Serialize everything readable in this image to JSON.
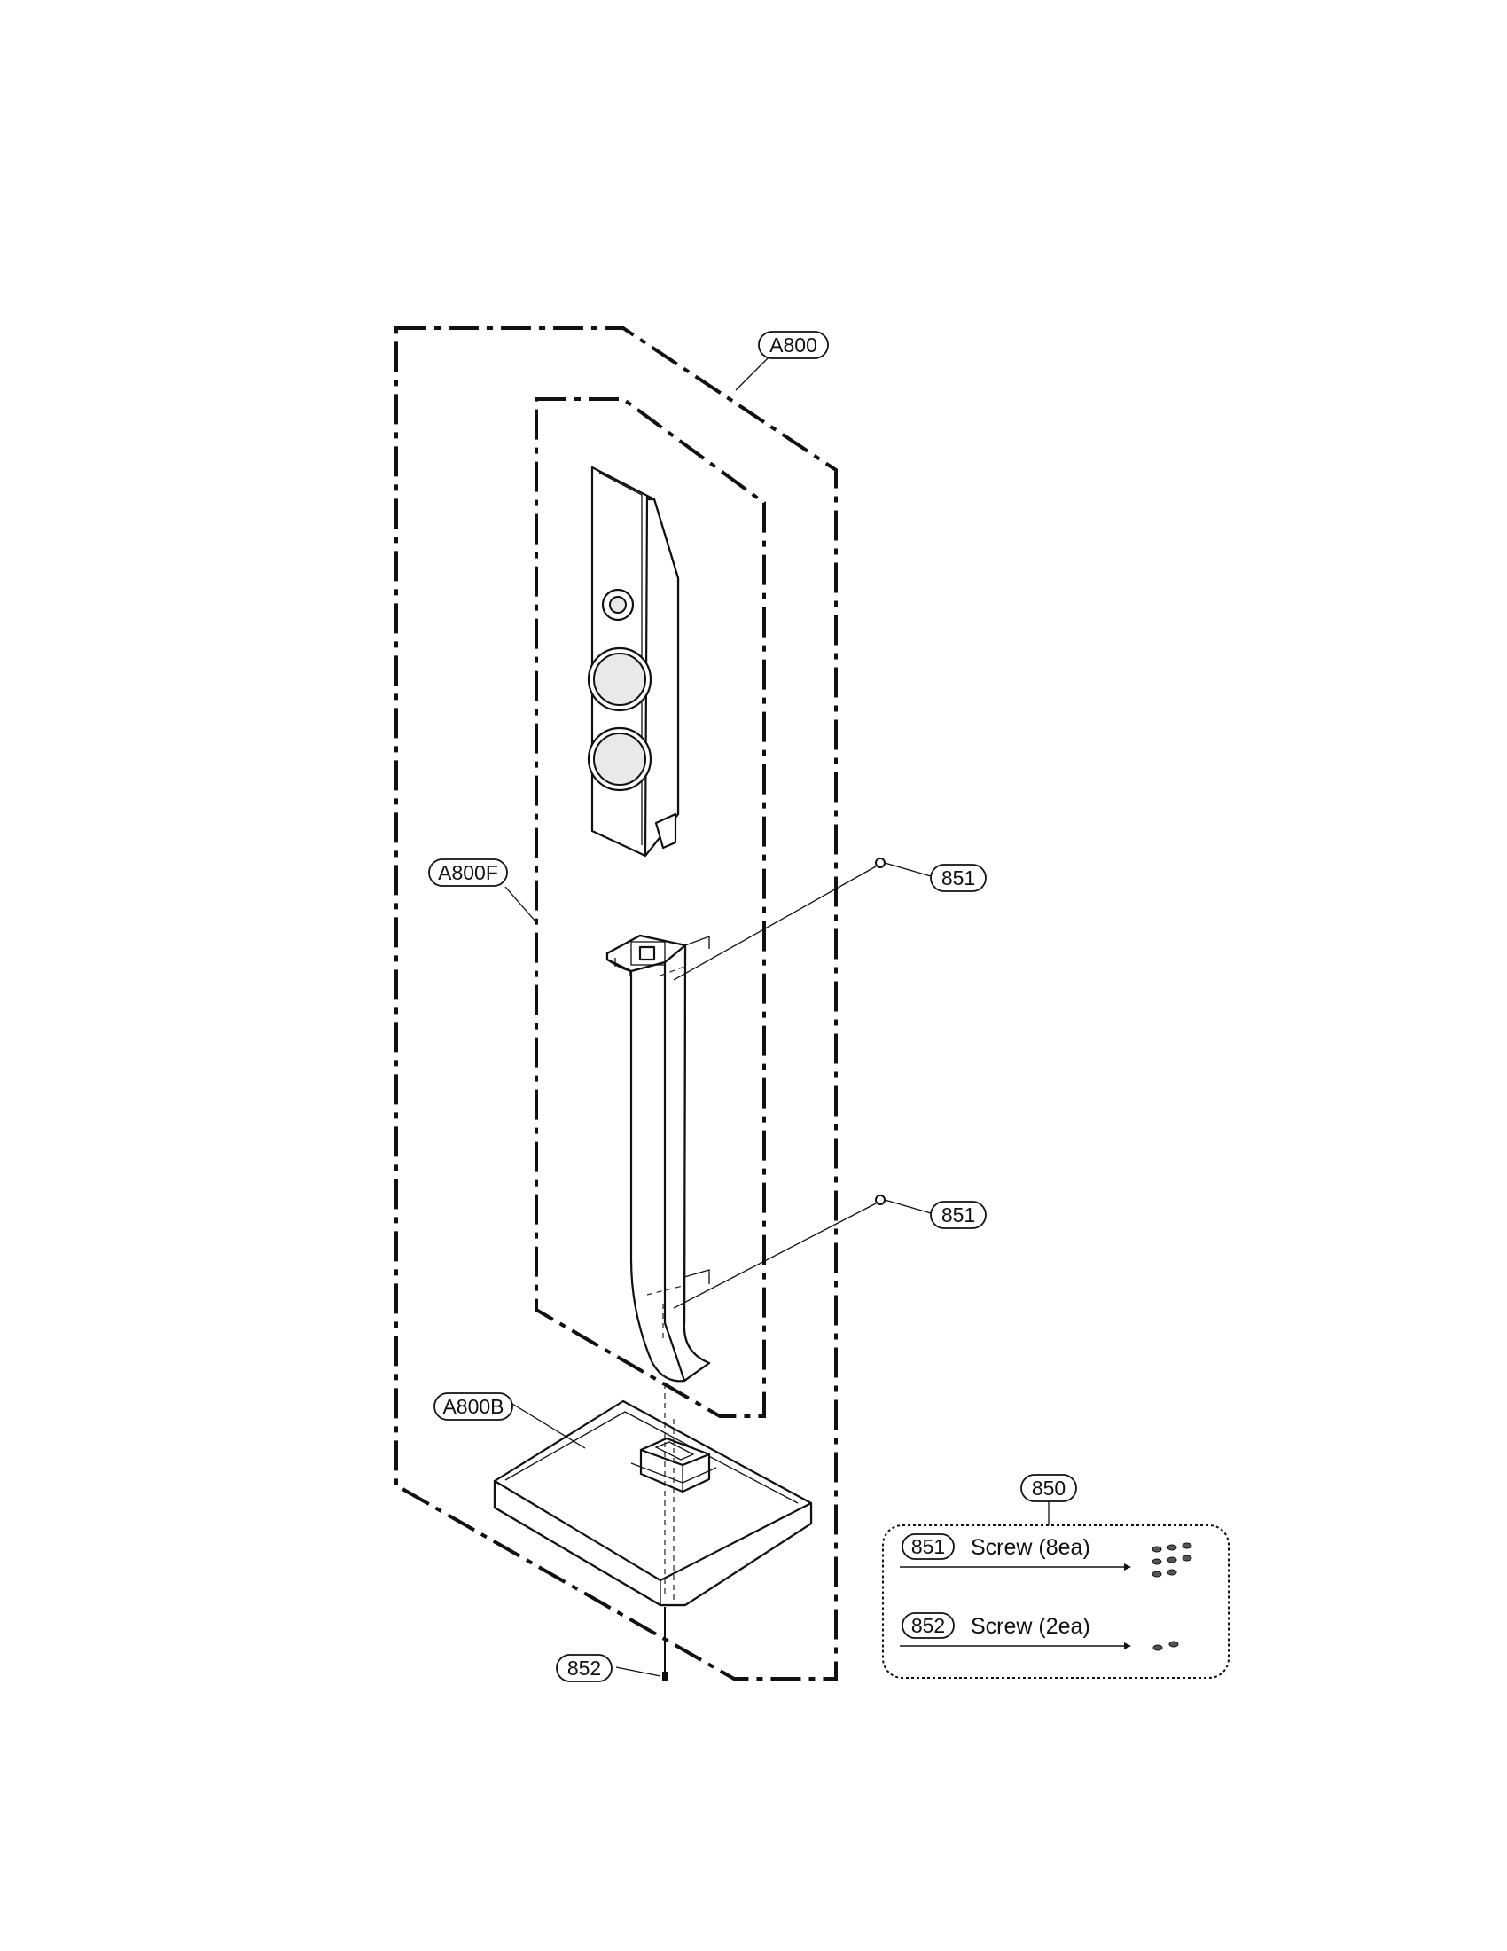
{
  "diagram": {
    "assembly_label": "A800",
    "front_label": "A800F",
    "base_label": "A800B",
    "screw_label_851": "851",
    "screw_label_852": "852",
    "kit_label": "850"
  },
  "legend": {
    "row1": {
      "part": "851",
      "text": "Screw (8ea)"
    },
    "row2": {
      "part": "852",
      "text": "Screw (2ea)"
    }
  }
}
